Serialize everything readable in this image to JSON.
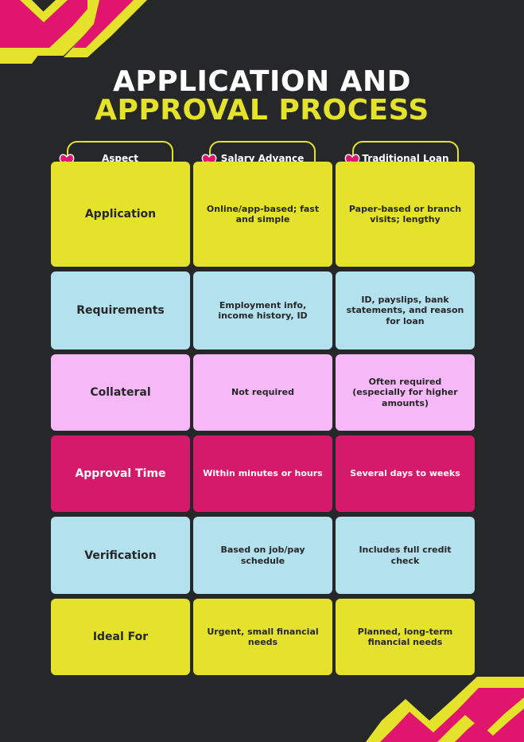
{
  "title": {
    "line1": "APPLICATION AND",
    "line2": "APPROVAL PROCESS"
  },
  "colors": {
    "background": "#262728",
    "yellow": "#e4e22b",
    "blue": "#b4e1ee",
    "pink": "#f7b8f7",
    "magenta": "#d5196b",
    "accent_pink": "#e0166e"
  },
  "columns": [
    "Aspect",
    "Salary Advance",
    "Traditional Loan"
  ],
  "rows": [
    {
      "aspect": "Application",
      "salary_advance": "Online/app-based; fast and simple",
      "traditional_loan": "Paper-based or branch visits; lengthy",
      "color": "yellow"
    },
    {
      "aspect": "Requirements",
      "salary_advance": "Employment info, income history, ID",
      "traditional_loan": "ID, payslips, bank statements, and reason for loan",
      "color": "blue"
    },
    {
      "aspect": "Collateral",
      "salary_advance": "Not required",
      "traditional_loan": "Often required (especially for higher amounts)",
      "color": "pink"
    },
    {
      "aspect": "Approval Time",
      "salary_advance": "Within minutes or hours",
      "traditional_loan": "Several days to weeks",
      "color": "magenta"
    },
    {
      "aspect": "Verification",
      "salary_advance": "Based on job/pay schedule",
      "traditional_loan": "Includes full credit check",
      "color": "blue"
    },
    {
      "aspect": "Ideal For",
      "salary_advance": "Urgent, small financial needs",
      "traditional_loan": "Planned, long-term financial needs",
      "color": "yellow"
    }
  ],
  "icons": {
    "corner": "zigzag-arrow-icon",
    "header": "heart-hand-icon"
  }
}
